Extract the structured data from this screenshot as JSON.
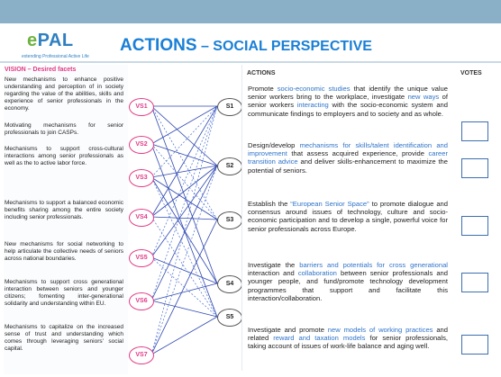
{
  "header": {
    "logo_text_e": "e",
    "logo_text_rest": "PAL",
    "logo_tagline": "extending Professional Active Life",
    "title_main": "ACTIONS",
    "title_dash": " – ",
    "title_sub": "SOCIAL PERSPECTIVE"
  },
  "vision": {
    "heading": "VISION – Desired facets",
    "facets": [
      "New mechanisms to enhance positive understanding and perception of in society regarding the value of the abilities, skills and experience of senior professionals in the economy.",
      "Motivating mechanisms for senior professionals to join CASPs.",
      "Mechanisms to support cross-cultural interactions among senior professionals as well as the to active labor force.",
      "Mechanisms to support a balanced economic benefits sharing among the entire society including senior professionals.",
      "New mechanisms for social networking to help articulate the collective needs of seniors across national boundaries.",
      "Mechanisms to support cross generational interaction between seniors and younger citizens; fomenting inter-generational solidarity and understanding within EU.",
      "Mechanisms to capitalize on the increased sense of trust and understanding which comes through leveraging seniors' social capital."
    ],
    "nodes": [
      "VS1",
      "VS2",
      "VS3",
      "VS4",
      "VS5",
      "VS6",
      "VS7"
    ]
  },
  "strategies": [
    "S1",
    "S2",
    "S3",
    "S4",
    "S5"
  ],
  "actions": {
    "heading": "ACTIONS",
    "votes_heading": "VOTES",
    "items": [
      [
        {
          "t": "Promote ",
          "h": false
        },
        {
          "t": "socio-economic studies",
          "h": true
        },
        {
          "t": " that identify the unique value senior workers bring to the workplace, investigate ",
          "h": false
        },
        {
          "t": "new ways",
          "h": true
        },
        {
          "t": " of senior workers ",
          "h": false
        },
        {
          "t": "interacting",
          "h": true
        },
        {
          "t": " with the socio-economic system and communicate findings to employers and to society and as whole.",
          "h": false
        }
      ],
      [
        {
          "t": "Design/develop ",
          "h": false
        },
        {
          "t": "mechanisms for skills/talent identification and improvement",
          "h": true
        },
        {
          "t": " that assess acquired experience, provide ",
          "h": false
        },
        {
          "t": "career transition advice",
          "h": true
        },
        {
          "t": " and deliver skills-enhancement to maximize the potential of seniors.",
          "h": false
        }
      ],
      [
        {
          "t": "Establish the ",
          "h": false
        },
        {
          "t": "“European Senior Space”",
          "h": true
        },
        {
          "t": " to promote dialogue and consensus around issues of technology, culture and socio-economic participation and to develop a single, powerful voice for senior professionals across Europe.",
          "h": false
        }
      ],
      [
        {
          "t": "Investigate the ",
          "h": false
        },
        {
          "t": "barriers and potentials for cross generational",
          "h": true
        },
        {
          "t": " interaction and ",
          "h": false
        },
        {
          "t": "collaboration",
          "h": true
        },
        {
          "t": " between senior professionals and younger people, and fund/promote technology development programmes that support and facilitate this interaction/collaboration.",
          "h": false
        }
      ],
      [
        {
          "t": "Investigate and promote ",
          "h": false
        },
        {
          "t": "new models of working practices",
          "h": true
        },
        {
          "t": " and related ",
          "h": false
        },
        {
          "t": "reward and taxation models",
          "h": true
        },
        {
          "t": " for senior professionals, taking account of issues of work-life balance and aging well.",
          "h": false
        }
      ]
    ]
  },
  "colors": {
    "accent": "#1a7fd6",
    "vision": "#e23a86",
    "link": "#2f74c9",
    "topbar": "#8ab0c8"
  }
}
